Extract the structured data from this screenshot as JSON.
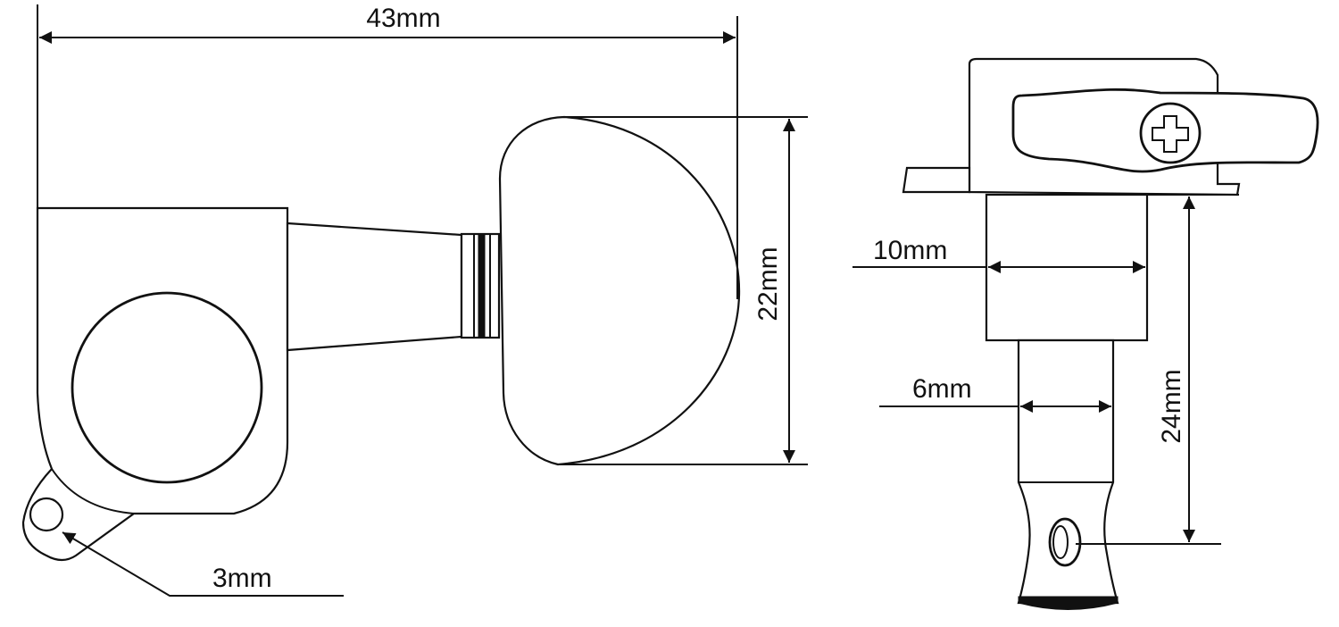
{
  "dimensions": {
    "width_label": "43mm",
    "height_label": "22mm",
    "hole_label": "3mm",
    "bushing_label": "10mm",
    "post_label": "6mm",
    "shaft_length_label": "24mm"
  },
  "colors": {
    "line": "#111111",
    "background": "#ffffff"
  }
}
